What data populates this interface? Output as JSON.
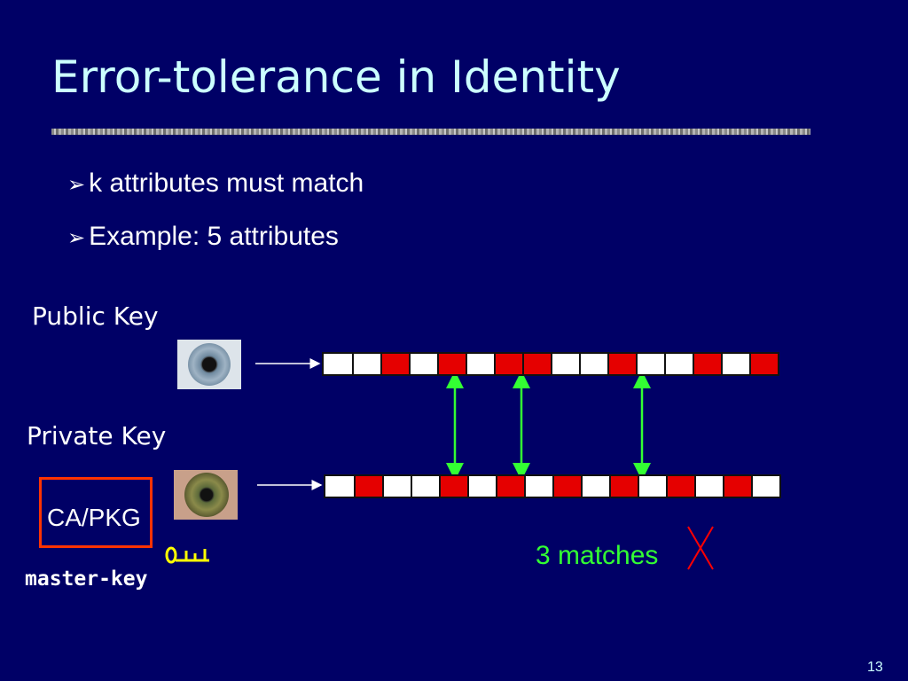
{
  "slide": {
    "title": "Error-tolerance in Identity",
    "bullets": [
      "k attributes must match",
      "Example: 5 attributes"
    ],
    "public_key_label": "Public Key",
    "private_key_label": "Private Key",
    "ca_pkg_label": "CA/PKG",
    "master_key_label": "master-key",
    "matches_label": "3 matches",
    "page_number": "13"
  },
  "bit_rows": {
    "public": [
      "w",
      "w",
      "r",
      "w",
      "r",
      "w",
      "r",
      "r",
      "w",
      "w",
      "r",
      "w",
      "w",
      "r",
      "w",
      "r"
    ],
    "private": [
      "w",
      "r",
      "w",
      "w",
      "r",
      "w",
      "r",
      "w",
      "r",
      "w",
      "r",
      "w",
      "r",
      "w",
      "r",
      "w"
    ]
  },
  "colors": {
    "background": "#000066",
    "title": "#ccffff",
    "bit_on": "#e50000",
    "bit_off": "#ffffff",
    "match_arrow": "#33ff33",
    "x_mark": "#ff0000",
    "ca_border": "#ff3300",
    "key_icon": "#ffff00"
  },
  "icons": {
    "bullet": "arrowhead-bullet-icon",
    "public_eye": "iris-image",
    "private_eye": "iris-image",
    "key": "key-icon",
    "fail": "x-mark-icon"
  }
}
